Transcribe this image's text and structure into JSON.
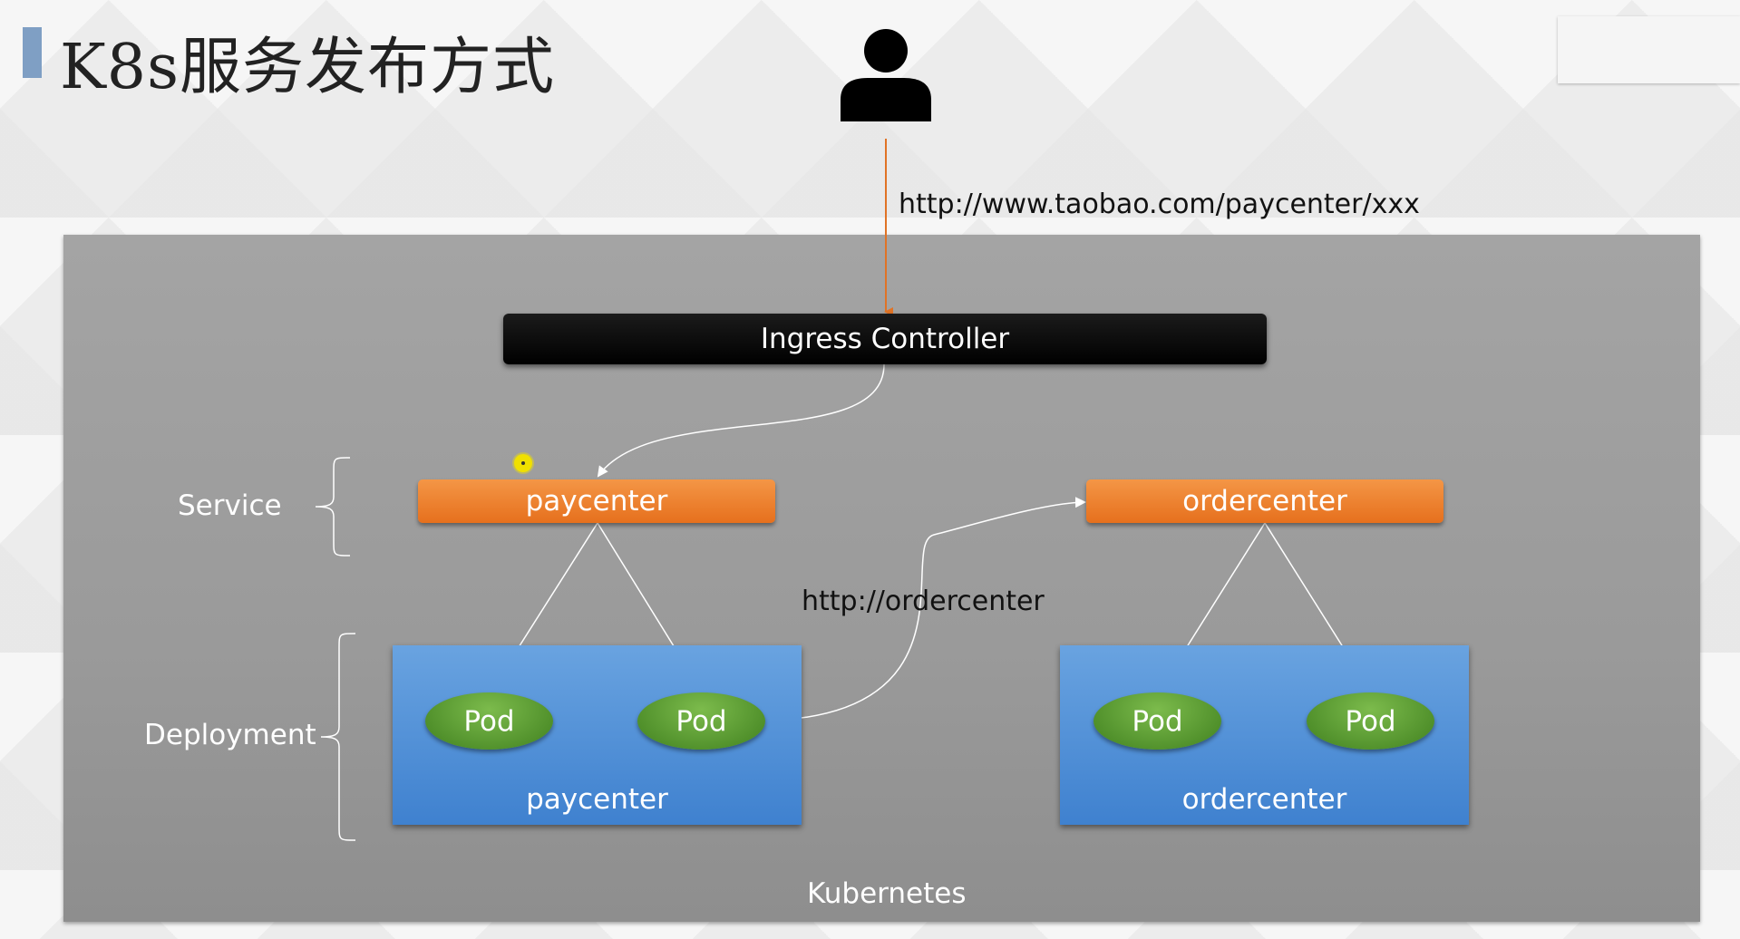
{
  "header": {
    "title": "K8s服务发布方式"
  },
  "diagram": {
    "request_url": "http://www.taobao.com/paycenter/xxx",
    "ingress": "Ingress Controller",
    "layers": {
      "service": "Service",
      "deployment": "Deployment"
    },
    "services": [
      {
        "label": "paycenter"
      },
      {
        "label": "ordercenter"
      }
    ],
    "deployments": [
      {
        "label": "paycenter",
        "pods": [
          "Pod",
          "Pod"
        ]
      },
      {
        "label": "ordercenter",
        "pods": [
          "Pod",
          "Pod"
        ]
      }
    ],
    "internal_url": "http://ordercenter",
    "cluster": "Kubernetes"
  }
}
